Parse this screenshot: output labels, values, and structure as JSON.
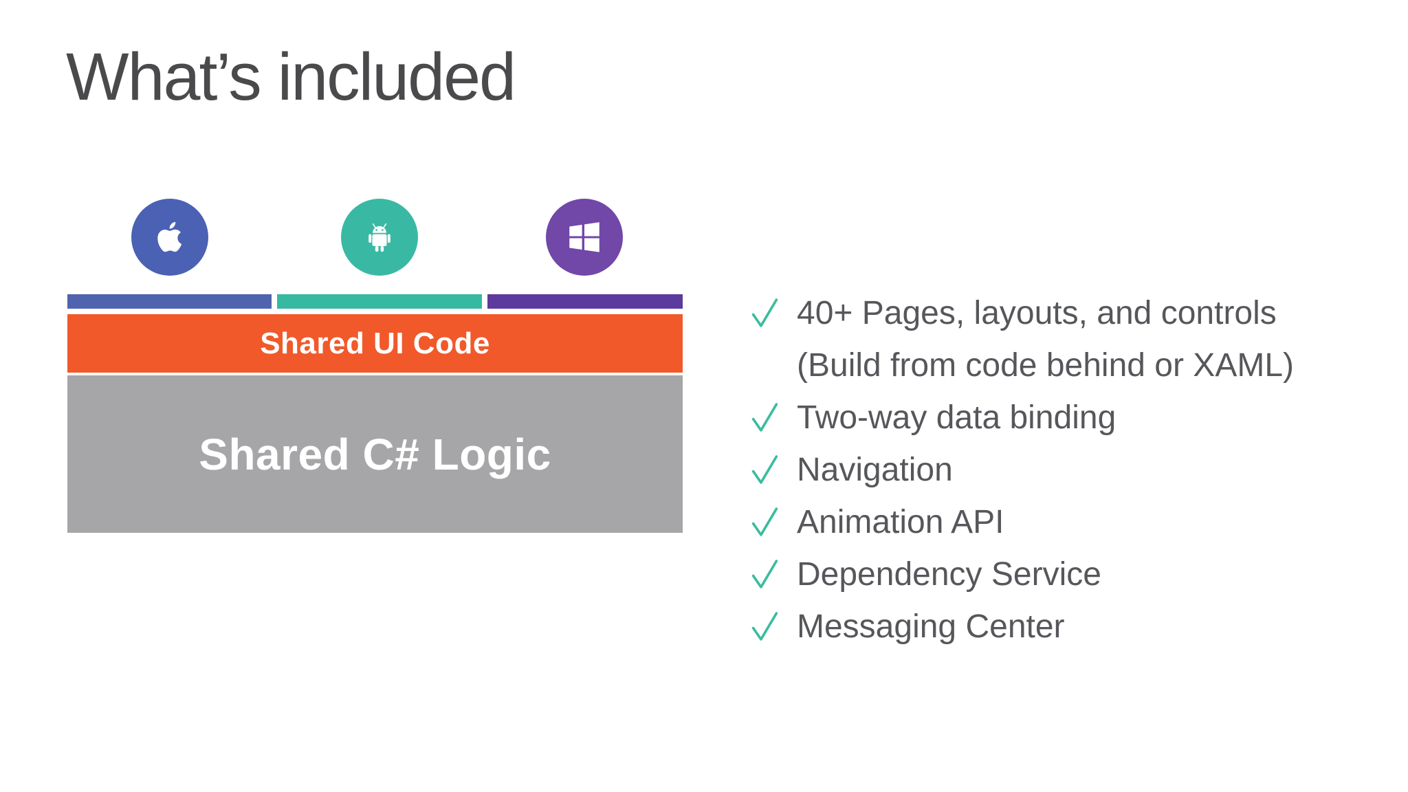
{
  "slide": {
    "title": "What’s included"
  },
  "diagram": {
    "platforms": [
      {
        "name": "apple",
        "icon": "apple-icon",
        "circle_color": "#4a61b4",
        "bar_color": "#4f63af"
      },
      {
        "name": "android",
        "icon": "android-icon",
        "circle_color": "#39b9a3",
        "bar_color": "#36b9a1"
      },
      {
        "name": "windows",
        "icon": "windows-icon",
        "circle_color": "#7147a8",
        "bar_color": "#5d3a9d"
      }
    ],
    "shared_ui": {
      "label": "Shared UI Code",
      "color": "#f1592a"
    },
    "shared_logic": {
      "label": "Shared C# Logic",
      "color": "#a6a6a8"
    }
  },
  "checklist": {
    "check_icon": "check-icon",
    "check_color": "#3cbc9f",
    "text_color": "#56575b",
    "items": [
      {
        "label": "40+ Pages, layouts, and controls",
        "continuation": "(Build from code behind or XAML)"
      },
      {
        "label": "Two-way data binding"
      },
      {
        "label": "Navigation"
      },
      {
        "label": "Animation API"
      },
      {
        "label": "Dependency Service"
      },
      {
        "label": "Messaging Center"
      }
    ]
  }
}
